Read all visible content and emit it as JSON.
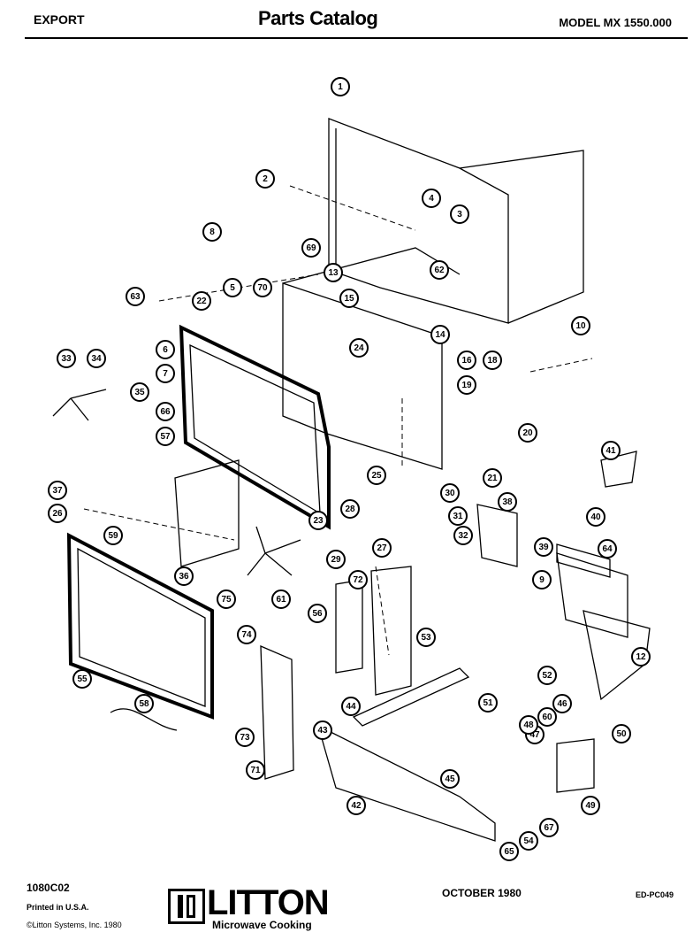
{
  "header": {
    "left": "EXPORT",
    "title": "Parts Catalog",
    "model": "MODEL MX 1550.000"
  },
  "callouts": [
    "1",
    "2",
    "3",
    "4",
    "5",
    "6",
    "7",
    "8",
    "9",
    "10",
    "12",
    "13",
    "14",
    "15",
    "16",
    "18",
    "19",
    "20",
    "21",
    "22",
    "23",
    "24",
    "25",
    "26",
    "27",
    "28",
    "29",
    "30",
    "31",
    "32",
    "33",
    "34",
    "35",
    "36",
    "37",
    "38",
    "39",
    "40",
    "41",
    "42",
    "43",
    "44",
    "45",
    "46",
    "47",
    "48",
    "49",
    "50",
    "51",
    "52",
    "53",
    "54",
    "55",
    "56",
    "57",
    "58",
    "59",
    "60",
    "61",
    "62",
    "63",
    "64",
    "65",
    "66",
    "67",
    "69",
    "70",
    "71",
    "72",
    "73",
    "74",
    "75"
  ],
  "footer": {
    "code": "1080C02",
    "printed": "Printed in U.S.A.",
    "copyright": "©Litton Systems, Inc. 1980",
    "brand": "LITTON",
    "tagline": "Microwave Cooking",
    "date": "OCTOBER 1980",
    "doc_id": "ED-PC049"
  }
}
